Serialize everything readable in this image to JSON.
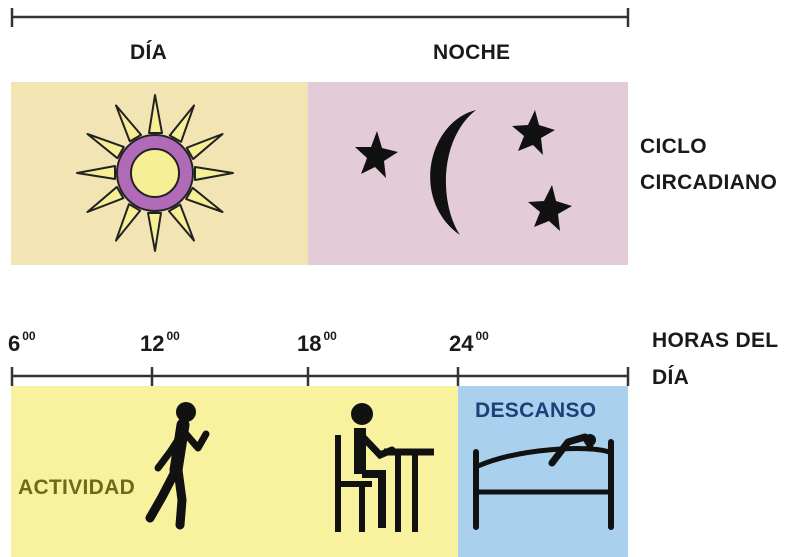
{
  "top": {
    "day_label": "DÍA",
    "night_label": "NOCHE",
    "side_label_line1": "CICLO",
    "side_label_line2": "CIRCADIANO"
  },
  "bottom": {
    "hours": [
      {
        "h": "6",
        "m": "00"
      },
      {
        "h": "12",
        "m": "00"
      },
      {
        "h": "18",
        "m": "00"
      },
      {
        "h": "24",
        "m": "00"
      }
    ],
    "side_label_line1": "HORAS DEL",
    "side_label_line2": "DÍA",
    "activity_label": "ACTIVIDAD",
    "rest_label": "DESCANSO"
  },
  "colors": {
    "day_panel": "#f3e4b3",
    "night_panel": "#e3ccd8",
    "activity_panel": "#f8f29e",
    "rest_panel": "#a9d1ee",
    "activity_text": "#6b6b1a",
    "rest_text": "#1f3f7a"
  },
  "icons": [
    "sun-icon",
    "moon-icon",
    "star-icon",
    "walking-person-icon",
    "person-at-desk-icon",
    "bed-icon"
  ]
}
